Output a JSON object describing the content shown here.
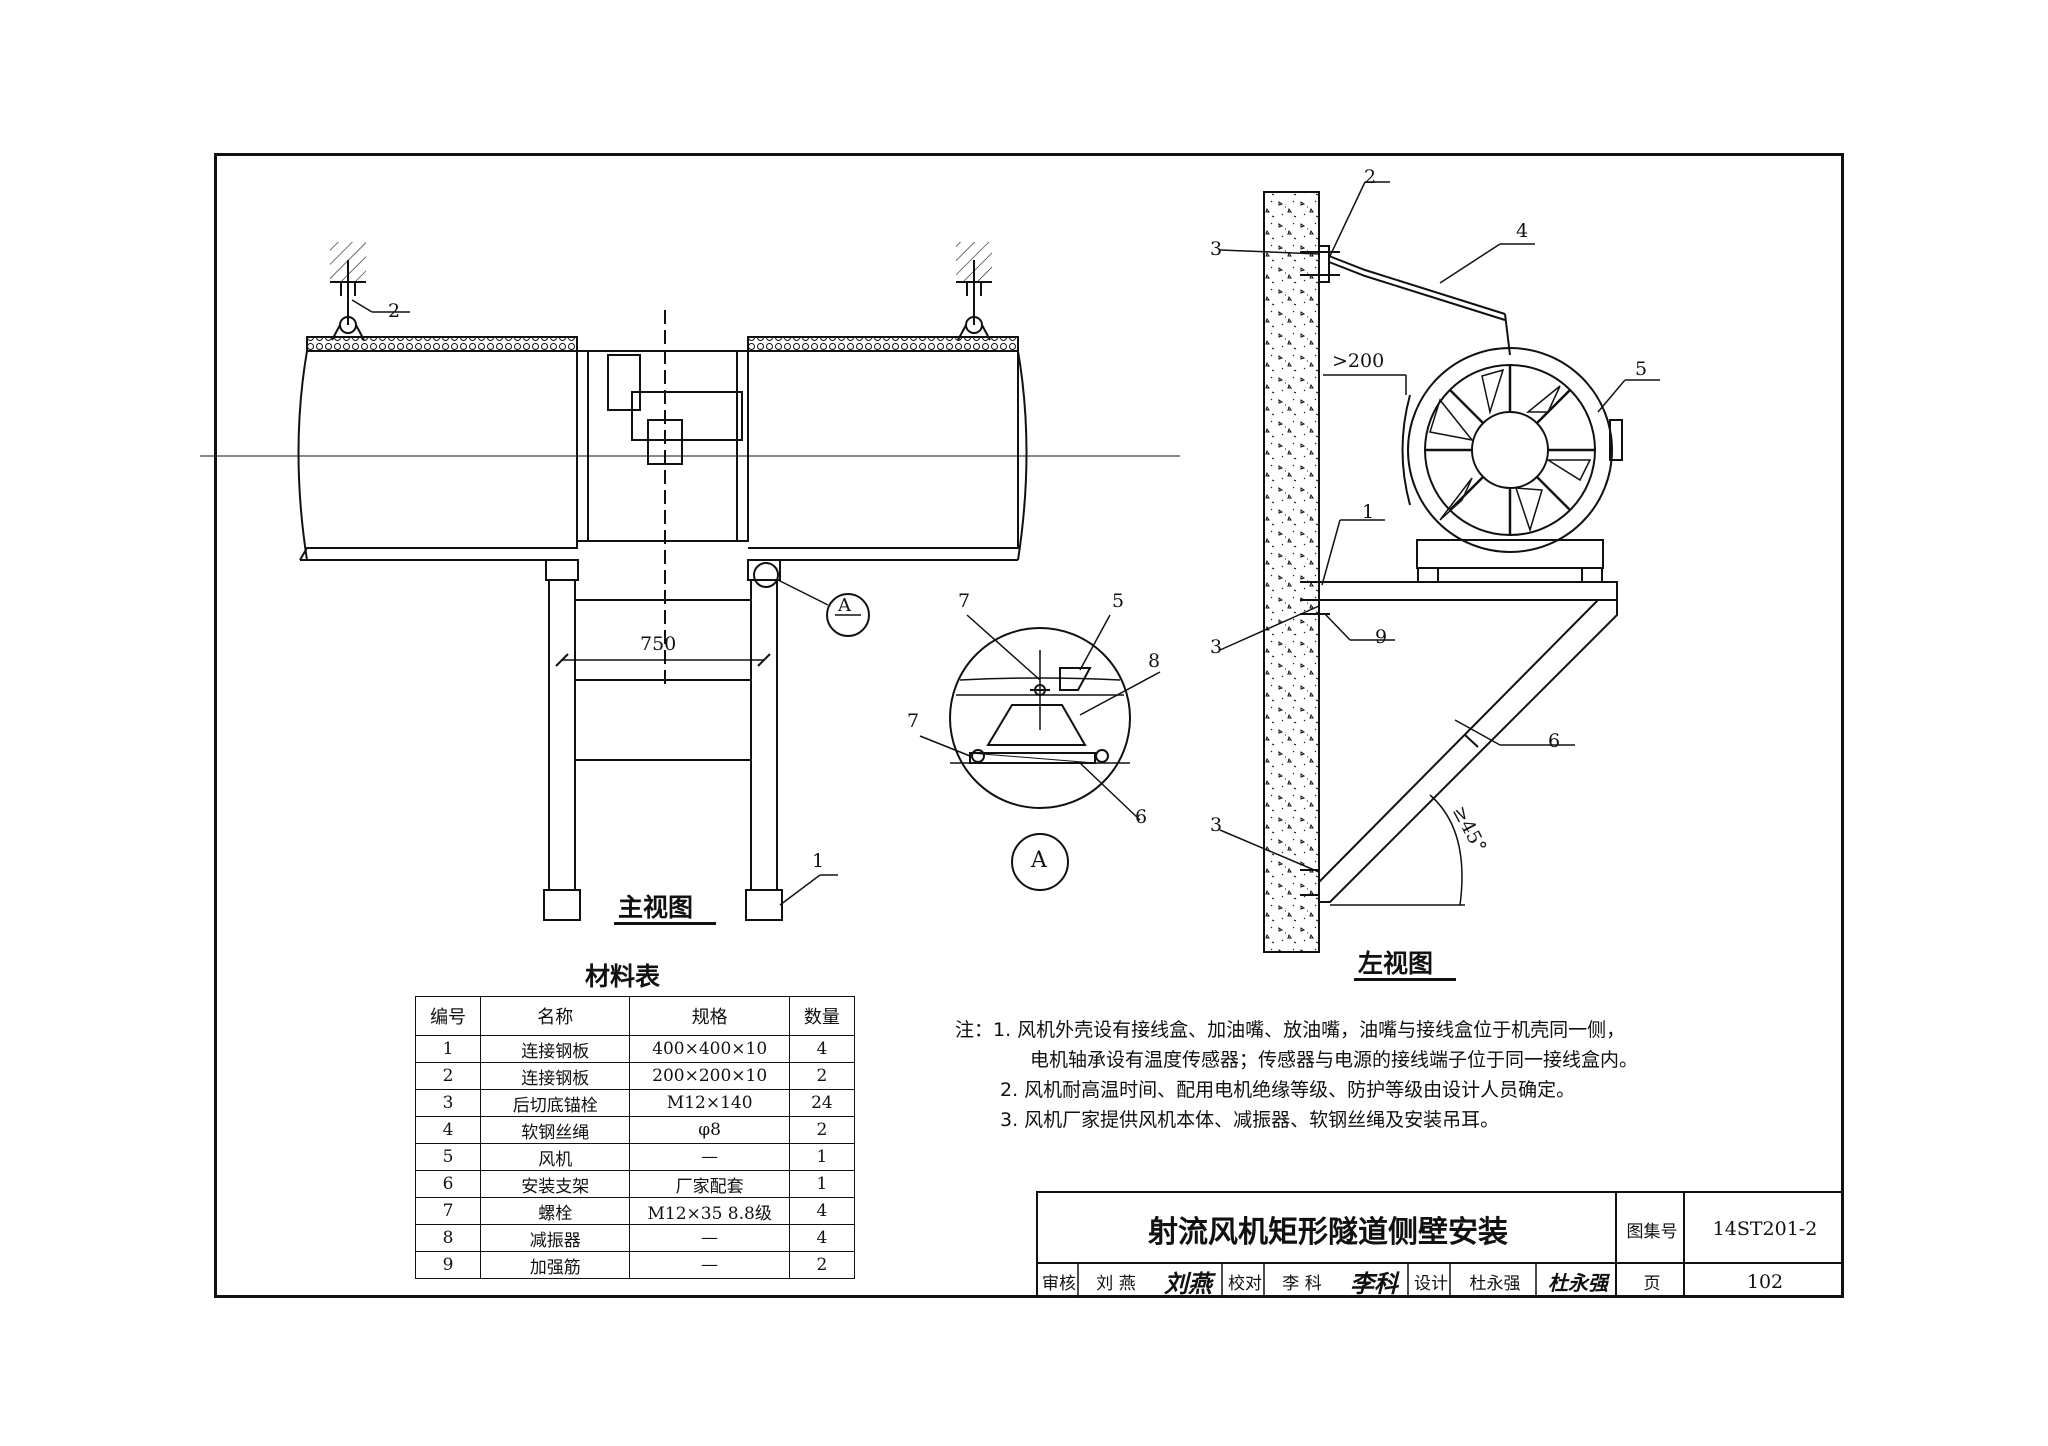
{
  "front_view": {
    "title": "主视图",
    "dimension": "750",
    "detail_tag": "A",
    "callouts": [
      "1",
      "2"
    ]
  },
  "detail_view": {
    "tag": "A",
    "callouts": [
      "7",
      "5",
      "8",
      "7",
      "6"
    ]
  },
  "side_view": {
    "title": "左视图",
    "clearance": ">200",
    "angle": "≥45°",
    "callouts": [
      "2",
      "3",
      "4",
      "5",
      "1",
      "3",
      "9",
      "6",
      "3"
    ]
  },
  "material_table": {
    "title": "材料表",
    "headers": [
      "编号",
      "名称",
      "规格",
      "数量"
    ],
    "rows": [
      [
        "1",
        "连接钢板",
        "400×400×10",
        "4"
      ],
      [
        "2",
        "连接钢板",
        "200×200×10",
        "2"
      ],
      [
        "3",
        "后切底锚栓",
        "M12×140",
        "24"
      ],
      [
        "4",
        "软钢丝绳",
        "φ8",
        "2"
      ],
      [
        "5",
        "风机",
        "—",
        "1"
      ],
      [
        "6",
        "安装支架",
        "厂家配套",
        "1"
      ],
      [
        "7",
        "螺栓",
        "M12×35 8.8级",
        "4"
      ],
      [
        "8",
        "减振器",
        "—",
        "4"
      ],
      [
        "9",
        "加强筋",
        "—",
        "2"
      ]
    ]
  },
  "notes": {
    "prefix": "注：",
    "items": [
      "1. 风机外壳设有接线盒、加油嘴、放油嘴，油嘴与接线盒位于机壳同一侧，",
      "电机轴承设有温度传感器；传感器与电源的接线端子位于同一接线盒内。",
      "2. 风机耐高温时间、配用电机绝缘等级、防护等级由设计人员确定。",
      "3. 风机厂家提供风机本体、减振器、软钢丝绳及安装吊耳。"
    ]
  },
  "title_block": {
    "title": "射流风机矩形隧道侧壁安装",
    "atlas_label": "图集号",
    "atlas_no": "14ST201-2",
    "review_label": "审核",
    "reviewer": "刘 燕",
    "reviewer_sig": "刘燕",
    "check_label": "校对",
    "checker": "李 科",
    "checker_sig": "李科",
    "design_label": "设计",
    "designer": "杜永强",
    "designer_sig": "杜永强",
    "page_label": "页",
    "page_no": "102"
  }
}
